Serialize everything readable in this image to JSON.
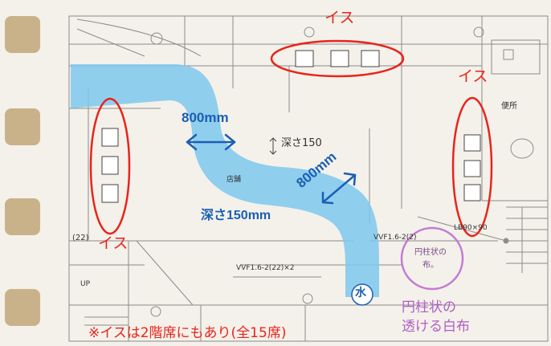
{
  "labels": {
    "chair_top": "イス",
    "chair_right": "イス",
    "chair_left": "イス",
    "width_upper": "800mm",
    "width_lower": "800mm",
    "depth_blue": "深さ150mm",
    "depth_pencil": "深さ150",
    "water": "水",
    "cylinder_line1": "円柱状の",
    "cylinder_line2": "透ける白布",
    "note": "※イスは2階席にもあり(全15席)",
    "store": "店舗",
    "toilet": "便所",
    "up": "UP",
    "cable_1": "VVF1.6-2(2)",
    "cable_2": "VVF1.6-2(22)×2",
    "num_22": "(22)",
    "lb": "LB90×90",
    "circle_note_1": "円柱状の",
    "circle_note_2": "布。"
  },
  "colors": {
    "water_channel": "#7ec8ee",
    "annotation_red": "#e8241c",
    "annotation_blue": "#1a5fb4",
    "annotation_pink": "#c27bd3",
    "paper": "#f4f1ea",
    "binder_tab": "#c9b28a"
  },
  "icons": [
    "chair-icon",
    "binder-tab-icon",
    "toilet-icon",
    "stairs-icon"
  ]
}
